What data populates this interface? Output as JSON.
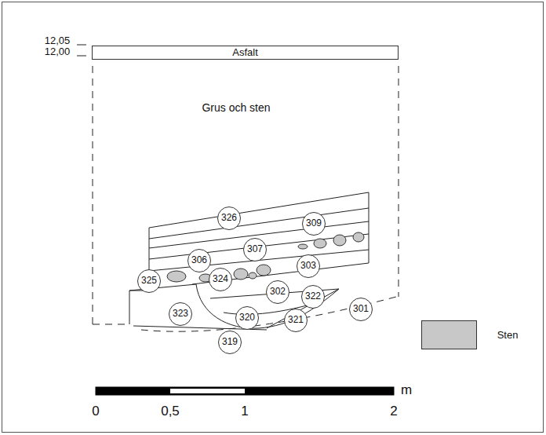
{
  "diagram": {
    "nodes": [
      {
        "text": [
          "Asfalt"
        ]
      }
    ],
    "labels": [
      "12,05",
      "12,00",
      "Grus och sten",
      "326",
      "309",
      "307",
      "306",
      "303",
      "325",
      "324",
      "302",
      "322",
      "323",
      "320",
      "321",
      "301",
      "319",
      "0",
      "0,5",
      "1",
      "2",
      "m"
    ],
    "legend": [
      {
        "text": "Sten",
        "color": "#c8c8c8"
      }
    ]
  }
}
